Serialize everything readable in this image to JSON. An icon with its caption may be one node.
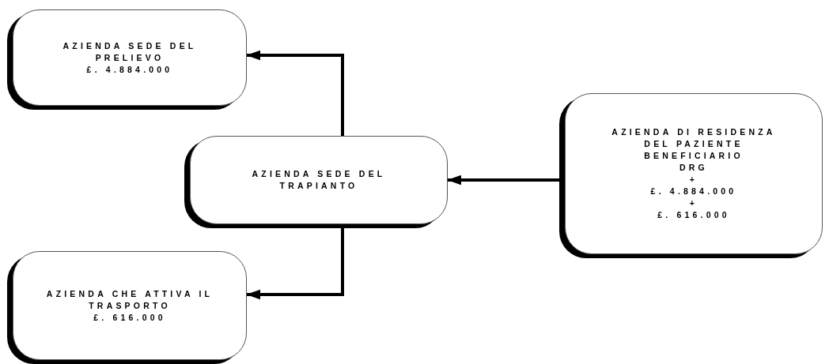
{
  "diagram": {
    "nodes": [
      {
        "text": [
          "AZIENDA SEDE DEL PRELIEVO",
          "£. 4.884.000"
        ]
      },
      {
        "text": [
          "AZIENDA SEDE DEL TRAPIANTO"
        ]
      },
      {
        "text": [
          "AZIENDA DI RESIDENZA DEL PAZIENTE BENEFICIARIO",
          "DRG",
          "+",
          "£. 4.884.000",
          "+",
          "£. 616.000"
        ]
      },
      {
        "text": [
          "AZIENDA CHE ATTIVA IL TRASPORTO",
          "£. 616.000"
        ]
      }
    ],
    "edges": [
      {
        "from": 1,
        "to": 0,
        "arrow": "to"
      },
      {
        "from": 1,
        "to": 3,
        "arrow": "to"
      },
      {
        "from": 2,
        "to": 1,
        "arrow": "to"
      }
    ]
  }
}
